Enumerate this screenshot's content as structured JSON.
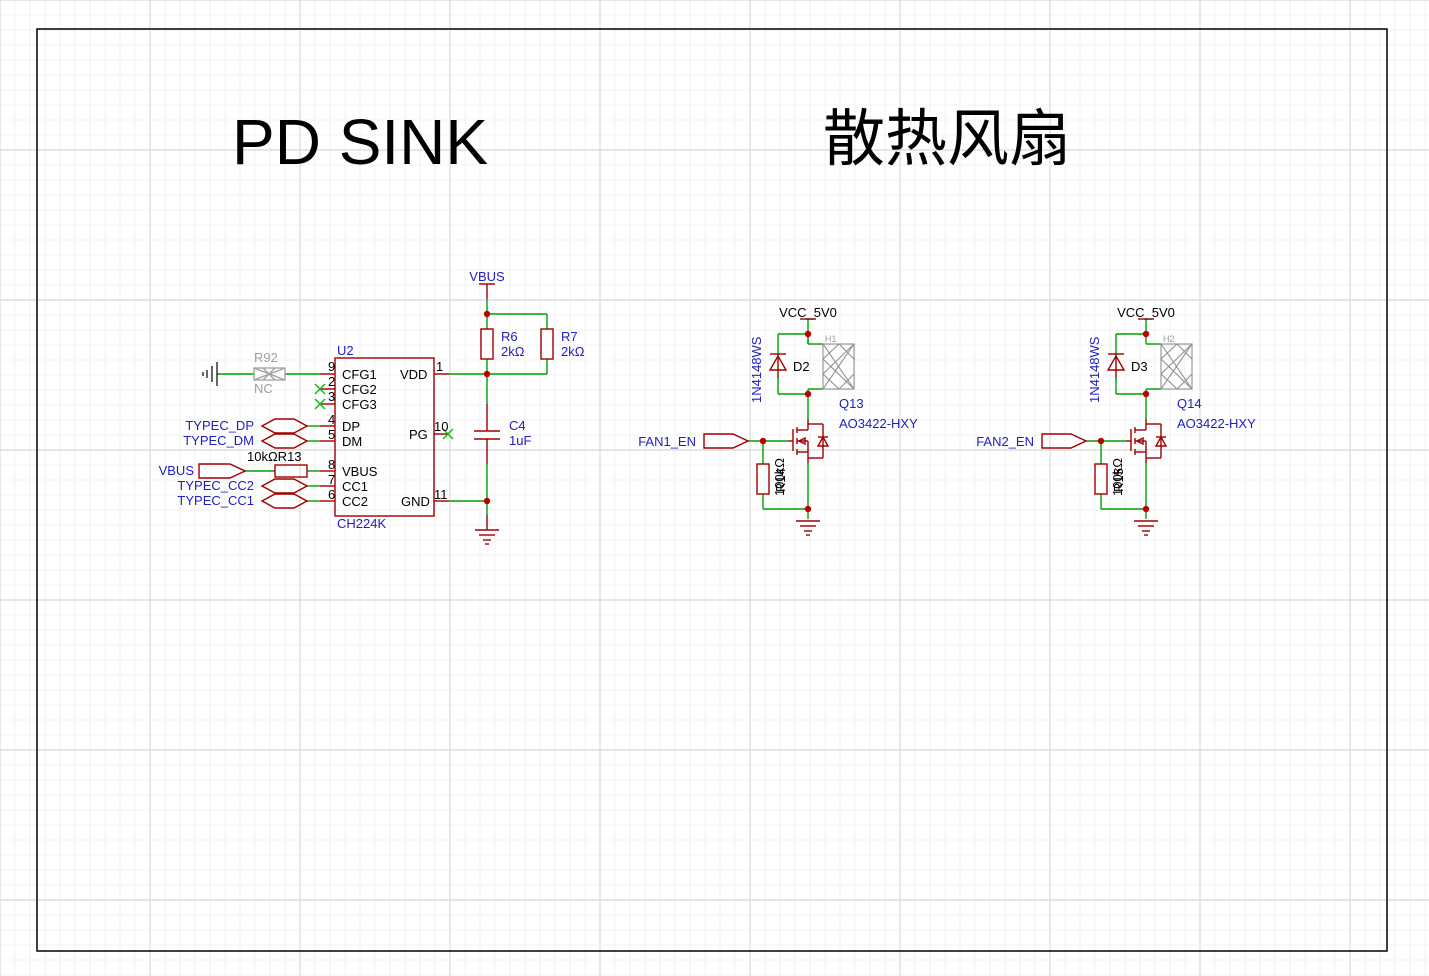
{
  "sheet": {
    "colors": {
      "wire": "#00a000",
      "symbol": "#a00000",
      "text_blue": "#2020c0",
      "text_dark": "#000000",
      "grid_major": "#d8d8d8",
      "grid_minor": "#efefef",
      "pin_dot": "#c00000",
      "noconnect": "#00c000",
      "greyed": "#a0a0a0",
      "frame": "#000000"
    }
  },
  "titles": {
    "left": "PD SINK",
    "right": "散热风扇"
  },
  "pd": {
    "r92_ref": "R92",
    "r92_val": "NC",
    "u2_ref": "U2",
    "u2_part": "CH224K",
    "pins": {
      "cfg1": "CFG1",
      "cfg2": "CFG2",
      "cfg3": "CFG3",
      "dp": "DP",
      "dm": "DM",
      "vbus": "VBUS",
      "cc1": "CC1",
      "cc2": "CC2",
      "vdd": "VDD",
      "pg": "PG",
      "gnd": "GND"
    },
    "pin_nums": {
      "cfg1": "9",
      "cfg2": "2",
      "cfg3": "3",
      "dp": "4",
      "dm": "5",
      "vbus": "8",
      "cc1": "7",
      "cc2": "6",
      "vdd": "1",
      "pg": "10",
      "gnd": "11"
    },
    "nets": {
      "typec_dp": "TYPEC_DP",
      "typec_dm": "TYPEC_DM",
      "vbus_in": "VBUS",
      "typec_cc2": "TYPEC_CC2",
      "typec_cc1": "TYPEC_CC1",
      "vbus_top": "VBUS"
    },
    "r13_label": "10kΩR13",
    "r6_ref": "R6",
    "r6_val": "2kΩ",
    "r7_ref": "R7",
    "r7_val": "2kΩ",
    "c4_ref": "C4",
    "c4_val": "1uF"
  },
  "fan1": {
    "vcc": "VCC_5V0",
    "diode_part": "1N4148WS",
    "diode_ref": "D2",
    "header": "H1",
    "q_ref": "Q13",
    "q_part": "AO3422-HXY",
    "net": "FAN1_EN",
    "r_ref": "R14",
    "r_val": "100kΩ"
  },
  "fan2": {
    "vcc": "VCC_5V0",
    "diode_part": "1N4148WS",
    "diode_ref": "D3",
    "header": "H2",
    "q_ref": "Q14",
    "q_part": "AO3422-HXY",
    "net": "FAN2_EN",
    "r_ref": "R15",
    "r_val": "100kΩ"
  }
}
